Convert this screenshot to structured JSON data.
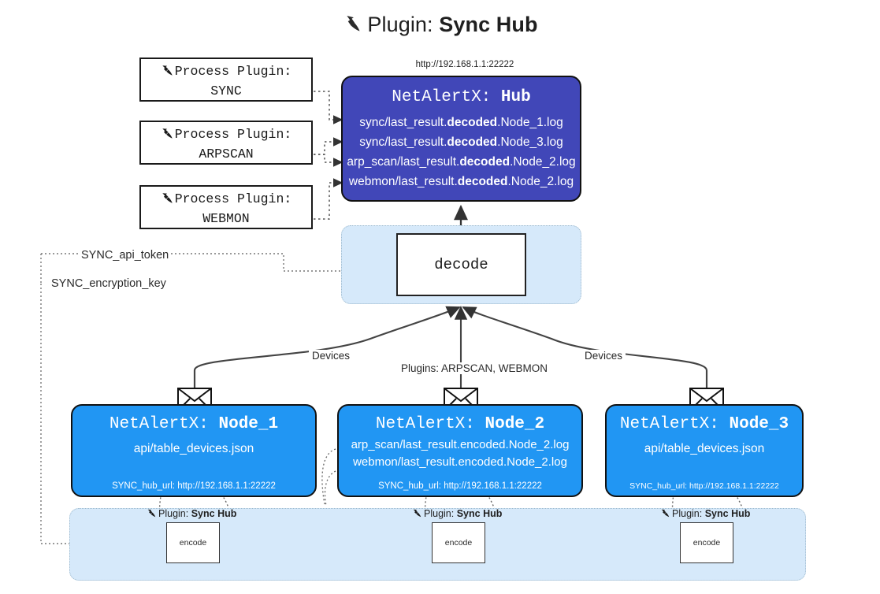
{
  "title": {
    "prefix": "Plugin:",
    "name": "Sync Hub",
    "icon": "plug-icon"
  },
  "process_plugins": [
    {
      "label": "Process Plugin:",
      "name": "SYNC",
      "icon": "plug-icon"
    },
    {
      "label": "Process Plugin:",
      "name": "ARPSCAN",
      "icon": "plug-icon"
    },
    {
      "label": "Process Plugin:",
      "name": "WEBMON",
      "icon": "plug-icon"
    }
  ],
  "hub": {
    "url": "http://192.168.1.1:22222",
    "title_prefix": "NetAlertX:",
    "title_name": "Hub",
    "rows": [
      {
        "pre": "sync/last_result.",
        "bold": "decoded",
        "post": ".Node_1.log"
      },
      {
        "pre": "sync/last_result.",
        "bold": "decoded",
        "post": ".Node_3.log"
      },
      {
        "pre": "arp_scan/last_result.",
        "bold": "decoded",
        "post": ".Node_2.log"
      },
      {
        "pre": "webmon/last_result.",
        "bold": "decoded",
        "post": ".Node_2.log"
      }
    ]
  },
  "decode": {
    "label": "decode"
  },
  "tokens": {
    "api_token": "SYNC_api_token",
    "encryption_key": "SYNC_encryption_key"
  },
  "edge_labels": {
    "devices_left": "Devices",
    "devices_right": "Devices",
    "plugins": "Plugins: ARPSCAN, WEBMON"
  },
  "nodes": [
    {
      "title_prefix": "NetAlertX:",
      "title_name": "Node_1",
      "lines": [
        "api/table_devices.json"
      ],
      "hub_url": "SYNC_hub_url: http://192.168.1.1:22222",
      "mail_icon": "envelope-icon"
    },
    {
      "title_prefix": "NetAlertX:",
      "title_name": "Node_2",
      "lines": [
        "arp_scan/last_result.encoded.Node_2.log",
        "webmon/last_result.encoded.Node_2.log"
      ],
      "hub_url": "SYNC_hub_url: http://192.168.1.1:22222",
      "mail_icon": "envelope-icon"
    },
    {
      "title_prefix": "NetAlertX:",
      "title_name": "Node_3",
      "lines": [
        "api/table_devices.json"
      ],
      "hub_url": "SYNC_hub_url: http://192.168.1.1:22222",
      "mail_icon": "envelope-icon"
    }
  ],
  "encoders": [
    {
      "label_prefix": "Plugin:",
      "label_name": "Sync Hub",
      "box": "encode",
      "icon": "plug-icon"
    },
    {
      "label_prefix": "Plugin:",
      "label_name": "Sync Hub",
      "box": "encode",
      "icon": "plug-icon"
    },
    {
      "label_prefix": "Plugin:",
      "label_name": "Sync Hub",
      "box": "encode",
      "icon": "plug-icon"
    }
  ],
  "colors": {
    "hub_fill": "#4147b8",
    "node_fill": "#2196f3",
    "zone_fill": "#d6e9fa",
    "stroke": "#111111"
  }
}
